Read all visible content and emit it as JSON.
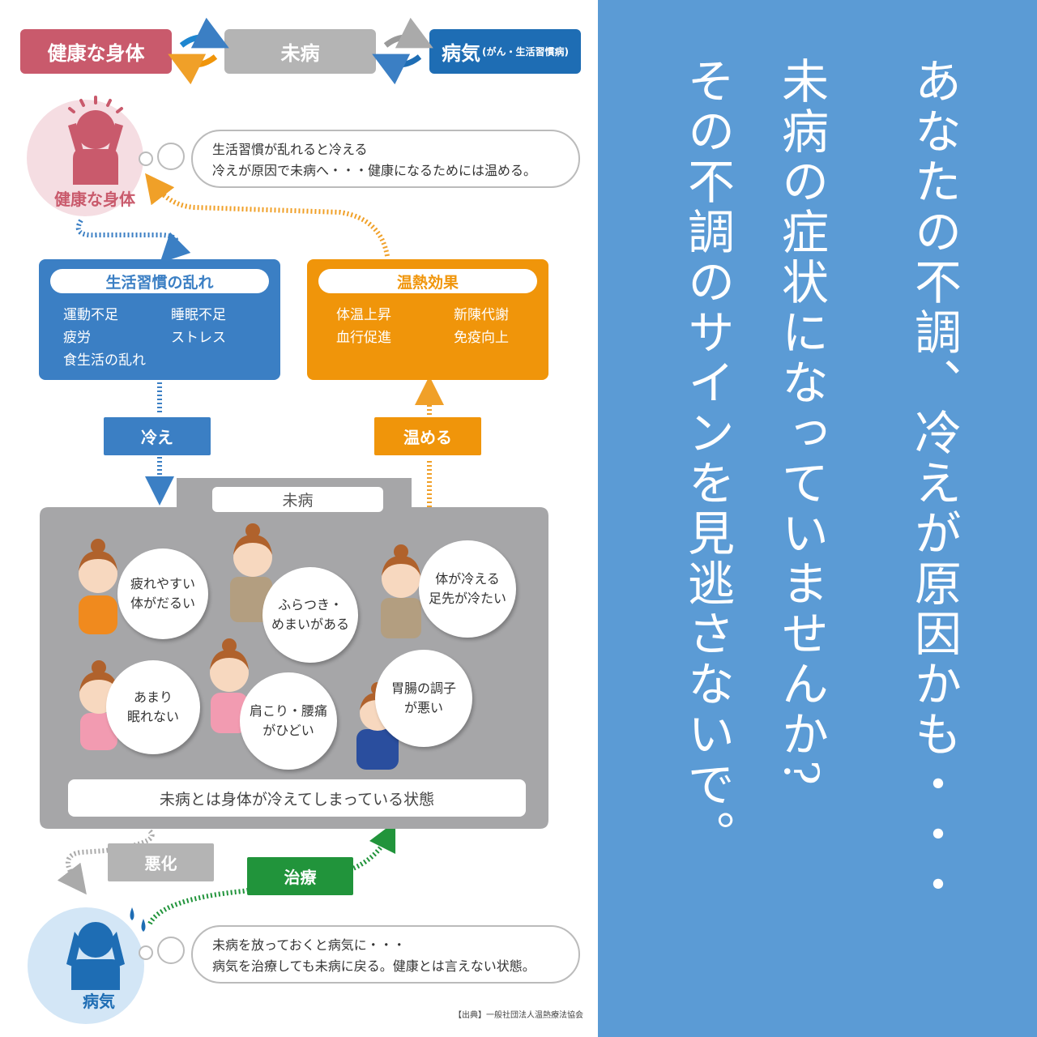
{
  "legend": {
    "healthy": "健康な身体",
    "mibyo": "未病",
    "disease": "病気",
    "disease_note": "(がん・生活習慣病)"
  },
  "healthy_node": {
    "label": "健康な身体",
    "bubble_line1": "生活習慣が乱れると冷える",
    "bubble_line2": "冷えが原因で未病へ・・・健康になるためには温める。"
  },
  "lifestyle_box": {
    "title": "生活習慣の乱れ",
    "items": [
      "運動不足",
      "睡眠不足",
      "疲労",
      "ストレス",
      "食生活の乱れ"
    ]
  },
  "heat_box": {
    "title": "温熱効果",
    "items": [
      "体温上昇",
      "新陳代謝",
      "血行促進",
      "免疫向上"
    ]
  },
  "arrows": {
    "chill": "冷え",
    "warm": "温める",
    "worsen": "悪化",
    "treat": "治療"
  },
  "mibyo_panel": {
    "tab": "未病",
    "symptoms": [
      {
        "line1": "疲れやすい",
        "line2": "体がだるい"
      },
      {
        "line1": "ふらつき・",
        "line2": "めまいがある"
      },
      {
        "line1": "体が冷える",
        "line2": "足先が冷たい"
      },
      {
        "line1": "あまり",
        "line2": "眠れない"
      },
      {
        "line1": "肩こり・腰痛",
        "line2": "がひどい"
      },
      {
        "line1": "胃腸の調子",
        "line2": "が悪い"
      }
    ],
    "summary": "未病とは身体が冷えてしまっている状態"
  },
  "disease_node": {
    "label": "病気",
    "bubble_line1": "未病を放っておくと病気に・・・",
    "bubble_line2": "病気を治療しても未病に戻る。健康とは言えない状態。"
  },
  "source": "【出典】一般社団法人温熱療法協会",
  "headline": {
    "col1": "あなたの不調、冷えが原因かも・・・",
    "col2": "未病の症状になっていませんか?",
    "col3": "その不調のサインを見逃さないで。"
  },
  "colors": {
    "healthy": "#c95a6c",
    "mibyo": "#b4b4b4",
    "disease": "#1e6db4",
    "lifestyle": "#3b7fc4",
    "heat": "#f0950a",
    "treat": "#21943b",
    "panel": "#a6a6a8",
    "right_bg": "#5b9bd5"
  }
}
